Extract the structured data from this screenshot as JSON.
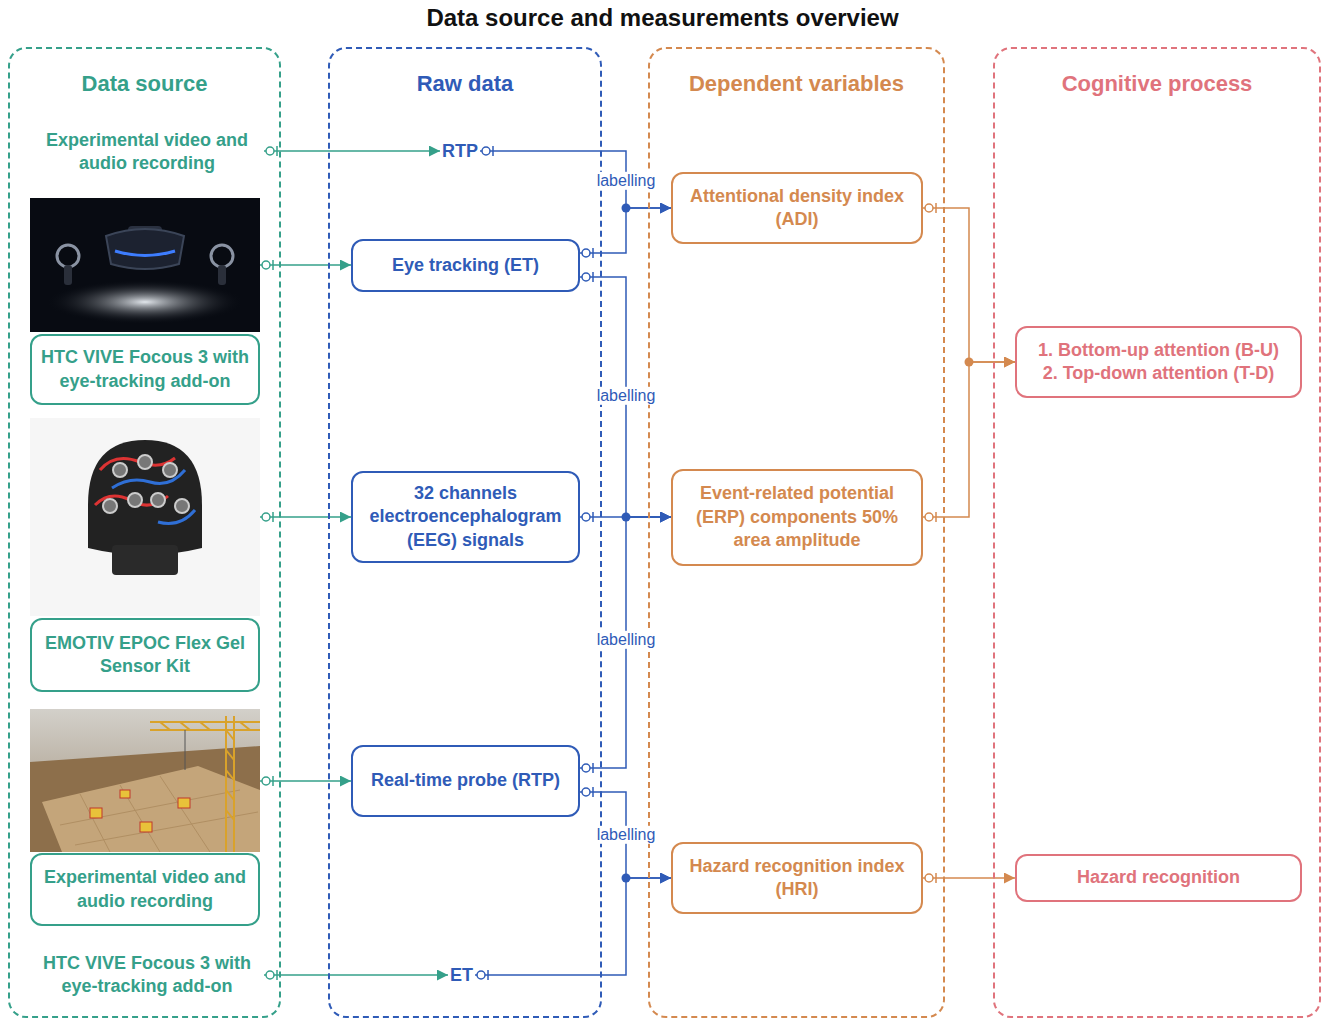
{
  "diagram": {
    "title": "Data source and measurements overview",
    "nodes": [
      {
        "text": [
          "Data source"
        ]
      },
      {
        "text": [
          "Experimental video and audio recording"
        ],
        "in": 0
      },
      {
        "text": [
          "HTC VIVE Focous 3 with eye-tracking add-on"
        ],
        "in": 0
      },
      {
        "text": [
          "EMOTIV EPOC Flex Gel Sensor Kit"
        ],
        "in": 0
      },
      {
        "text": [
          "Experimental video and audio recording"
        ],
        "in": 0
      },
      {
        "text": [
          "HTC VIVE Focous 3 with eye-tracking add-on"
        ],
        "in": 0
      },
      {
        "text": [
          "Raw data"
        ]
      },
      {
        "text": [
          "RTP"
        ],
        "in": 6
      },
      {
        "text": [
          "Eye tracking (ET)"
        ],
        "in": 6
      },
      {
        "text": [
          "32 channels electroencephalogram (EEG) signals"
        ],
        "in": 6
      },
      {
        "text": [
          "Real-time probe (RTP)"
        ],
        "in": 6
      },
      {
        "text": [
          "ET"
        ],
        "in": 6
      },
      {
        "text": [
          "Dependent variables"
        ]
      },
      {
        "text": [
          "Attentional density index (ADI)"
        ],
        "in": 12
      },
      {
        "text": [
          "Event-related potential (ERP) components 50% area amplitude"
        ],
        "in": 12
      },
      {
        "text": [
          "Hazard recognition index (HRI)"
        ],
        "in": 12
      },
      {
        "text": [
          "Cognitive process"
        ]
      },
      {
        "text": [
          "1. Bottom-up attention (B-U)",
          "2. Top-down attention (T-D)"
        ],
        "in": 16
      },
      {
        "text": [
          "Hazard recognition"
        ],
        "in": 16
      }
    ],
    "edges": [
      {
        "from": 1,
        "to": 7,
        "arrow": "to"
      },
      {
        "from": 2,
        "to": 8,
        "arrow": "to"
      },
      {
        "from": 3,
        "to": 9,
        "arrow": "to"
      },
      {
        "from": 4,
        "to": 10,
        "arrow": "to"
      },
      {
        "from": 5,
        "to": 11,
        "arrow": "to"
      },
      {
        "from": 7,
        "to": 13,
        "arrow": "to",
        "label": "labelling"
      },
      {
        "from": 8,
        "to": 13,
        "arrow": "to"
      },
      {
        "from": 8,
        "to": 14,
        "arrow": "to",
        "label": "labelling"
      },
      {
        "from": 9,
        "to": 14,
        "arrow": "to"
      },
      {
        "from": 10,
        "to": 14,
        "arrow": "to",
        "label": "labelling"
      },
      {
        "from": 10,
        "to": 15,
        "arrow": "to",
        "label": "labelling"
      },
      {
        "from": 11,
        "to": 15,
        "arrow": "to"
      },
      {
        "from": 13,
        "to": 17,
        "arrow": "to"
      },
      {
        "from": 14,
        "to": 17,
        "arrow": "to"
      },
      {
        "from": 15,
        "to": 18,
        "arrow": "to"
      }
    ]
  }
}
